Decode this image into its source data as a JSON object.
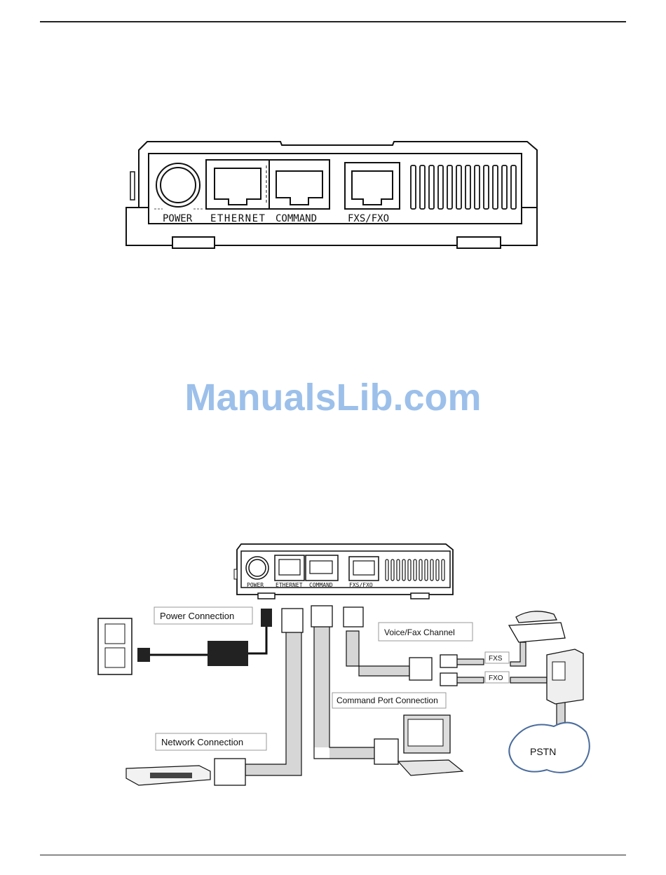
{
  "front_panel": {
    "ports": [
      "POWER",
      "ETHERNET",
      "COMMAND",
      "FXS/FXO"
    ]
  },
  "watermark": "ManualsLib.com",
  "connection_diagram": {
    "device_ports": [
      "POWER",
      "ETHERNET",
      "COMMAND",
      "FXS/FXO"
    ],
    "callouts": {
      "power": "Power Connection",
      "voice": "Voice/Fax Channel",
      "command": "Command Port Connection",
      "network": "Network Connection"
    },
    "line_labels": {
      "fxs": "FXS",
      "fxo": "FXO"
    },
    "cloud": "PSTN"
  },
  "colors": {
    "watermark": "#9cc0ea",
    "cable": "#d6d6d6",
    "outline": "#111111"
  }
}
